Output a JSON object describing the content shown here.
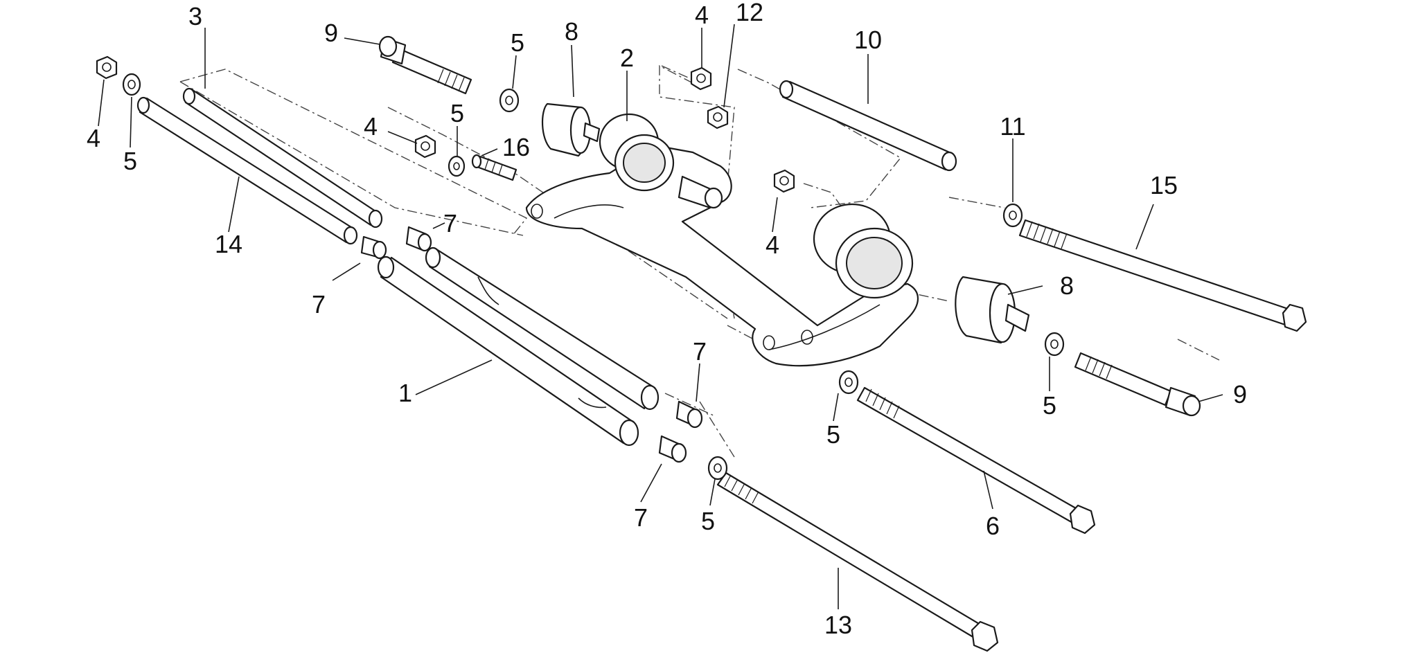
{
  "diagram": {
    "callouts": [
      {
        "id": "c1",
        "label": "3"
      },
      {
        "id": "c2",
        "label": "4"
      },
      {
        "id": "c3",
        "label": "5"
      },
      {
        "id": "c4",
        "label": "14"
      },
      {
        "id": "c5",
        "label": "9"
      },
      {
        "id": "c6",
        "label": "5"
      },
      {
        "id": "c7",
        "label": "8"
      },
      {
        "id": "c8",
        "label": "4"
      },
      {
        "id": "c9",
        "label": "5"
      },
      {
        "id": "c10",
        "label": "16"
      },
      {
        "id": "c11",
        "label": "2"
      },
      {
        "id": "c12",
        "label": "4"
      },
      {
        "id": "c13",
        "label": "12"
      },
      {
        "id": "c14",
        "label": "10"
      },
      {
        "id": "c15",
        "label": "7"
      },
      {
        "id": "c16",
        "label": "7"
      },
      {
        "id": "c17",
        "label": "1"
      },
      {
        "id": "c18",
        "label": "4"
      },
      {
        "id": "c19",
        "label": "11"
      },
      {
        "id": "c20",
        "label": "15"
      },
      {
        "id": "c21",
        "label": "8"
      },
      {
        "id": "c22",
        "label": "7"
      },
      {
        "id": "c23",
        "label": "7"
      },
      {
        "id": "c24",
        "label": "5"
      },
      {
        "id": "c25",
        "label": "5"
      },
      {
        "id": "c26",
        "label": "9"
      },
      {
        "id": "c27",
        "label": "5"
      },
      {
        "id": "c28",
        "label": "6"
      },
      {
        "id": "c29",
        "label": "13"
      }
    ]
  }
}
